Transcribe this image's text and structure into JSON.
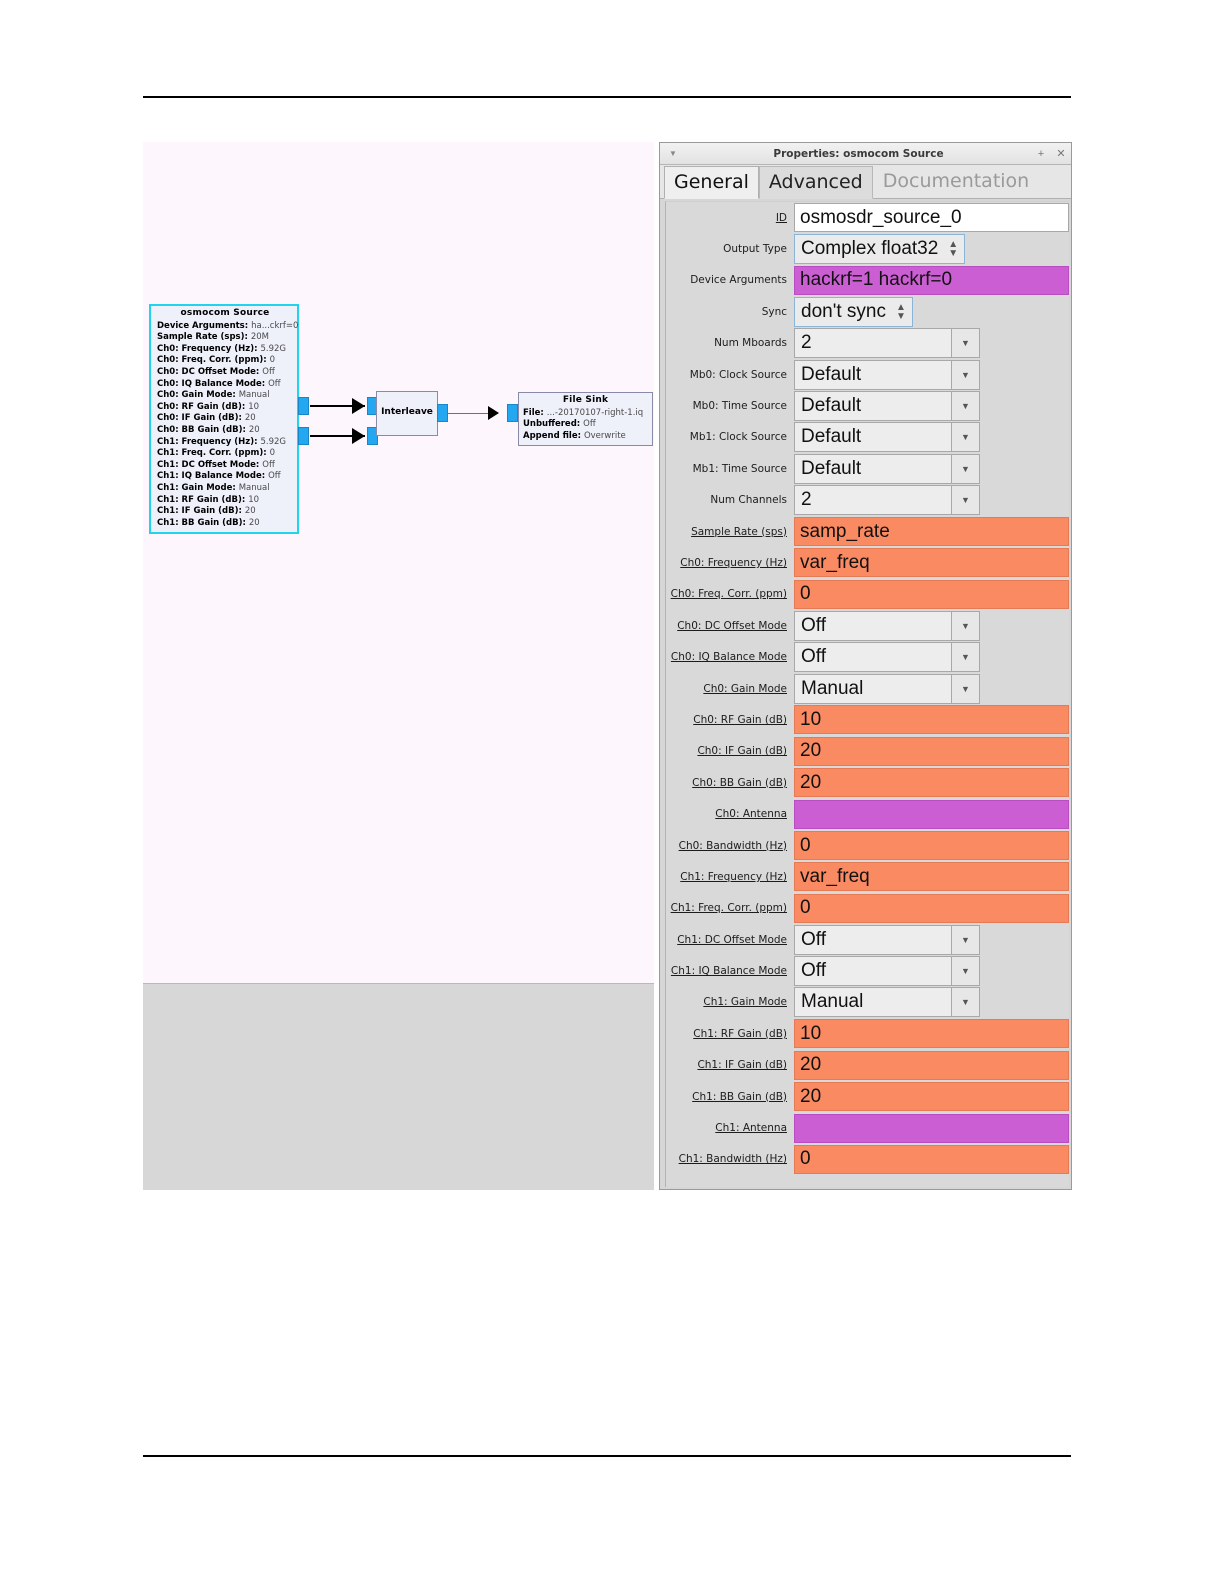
{
  "window": {
    "title": "Properties: osmocom Source",
    "menu_icon": "chevron-down-icon",
    "maximize_label": "+",
    "close_label": "✕"
  },
  "tabs": [
    {
      "label": "General",
      "state": "active"
    },
    {
      "label": "Advanced",
      "state": "inactive"
    },
    {
      "label": "Documentation",
      "state": "disabled"
    }
  ],
  "flowgraph": {
    "osmocom_source": {
      "title": "osmocom Source",
      "rows": [
        {
          "key": "Device Arguments:",
          "value": "ha...ckrf=0"
        },
        {
          "key": "Sample Rate (sps):",
          "value": "20M"
        },
        {
          "key": "Ch0: Frequency (Hz):",
          "value": "5.92G"
        },
        {
          "key": "Ch0: Freq. Corr. (ppm):",
          "value": "0"
        },
        {
          "key": "Ch0: DC Offset Mode:",
          "value": "Off"
        },
        {
          "key": "Ch0: IQ Balance Mode:",
          "value": "Off"
        },
        {
          "key": "Ch0: Gain Mode:",
          "value": "Manual"
        },
        {
          "key": "Ch0: RF Gain (dB):",
          "value": "10"
        },
        {
          "key": "Ch0: IF Gain (dB):",
          "value": "20"
        },
        {
          "key": "Ch0: BB Gain (dB):",
          "value": "20"
        },
        {
          "key": "Ch1: Frequency (Hz):",
          "value": "5.92G"
        },
        {
          "key": "Ch1: Freq. Corr. (ppm):",
          "value": "0"
        },
        {
          "key": "Ch1: DC Offset Mode:",
          "value": "Off"
        },
        {
          "key": "Ch1: IQ Balance Mode:",
          "value": "Off"
        },
        {
          "key": "Ch1: Gain Mode:",
          "value": "Manual"
        },
        {
          "key": "Ch1: RF Gain (dB):",
          "value": "10"
        },
        {
          "key": "Ch1: IF Gain (dB):",
          "value": "20"
        },
        {
          "key": "Ch1: BB Gain (dB):",
          "value": "20"
        }
      ]
    },
    "interleave": {
      "title": "Interleave"
    },
    "file_sink": {
      "title": "File Sink",
      "rows": [
        {
          "key": "File:",
          "value": "...-20170107-right-1.iq"
        },
        {
          "key": "Unbuffered:",
          "value": "Off"
        },
        {
          "key": "Append file:",
          "value": "Overwrite"
        }
      ]
    }
  },
  "form": {
    "fields": [
      {
        "label": "ID",
        "kind": "input",
        "value": "osmosdr_source_0",
        "fill": "white"
      },
      {
        "label": "Output Type",
        "kind": "spin",
        "value": "Complex float32",
        "fill": "plain"
      },
      {
        "label": "Device Arguments",
        "kind": "input",
        "value": "hackrf=1 hackrf=0",
        "fill": "purple"
      },
      {
        "label": "Sync",
        "kind": "spin",
        "value": "don't sync",
        "fill": "plain"
      },
      {
        "label": "Num Mboards",
        "kind": "combo",
        "value": "2",
        "fill": "plain"
      },
      {
        "label": "Mb0: Clock Source",
        "kind": "combo",
        "value": "Default",
        "fill": "plain"
      },
      {
        "label": "Mb0: Time Source",
        "kind": "combo",
        "value": "Default",
        "fill": "plain"
      },
      {
        "label": "Mb1: Clock Source",
        "kind": "combo",
        "value": "Default",
        "fill": "plain"
      },
      {
        "label": "Mb1: Time Source",
        "kind": "combo",
        "value": "Default",
        "fill": "plain"
      },
      {
        "label": "Num Channels",
        "kind": "combo",
        "value": "2",
        "fill": "plain"
      },
      {
        "label": "Sample Rate (sps)",
        "kind": "input",
        "value": "samp_rate",
        "fill": "orange",
        "underline": true
      },
      {
        "label": "Ch0: Frequency (Hz)",
        "kind": "input",
        "value": "var_freq",
        "fill": "orange",
        "underline": true
      },
      {
        "label": "Ch0: Freq. Corr. (ppm)",
        "kind": "input",
        "value": "0",
        "fill": "orange",
        "underline": true
      },
      {
        "label": "Ch0: DC Offset Mode",
        "kind": "combo",
        "value": "Off",
        "fill": "plain",
        "underline": true
      },
      {
        "label": "Ch0: IQ Balance Mode",
        "kind": "combo",
        "value": "Off",
        "fill": "plain",
        "underline": true
      },
      {
        "label": "Ch0: Gain Mode",
        "kind": "combo",
        "value": "Manual",
        "fill": "plain",
        "underline": true
      },
      {
        "label": "Ch0: RF Gain (dB)",
        "kind": "input",
        "value": "10",
        "fill": "orange",
        "underline": true
      },
      {
        "label": "Ch0: IF Gain (dB)",
        "kind": "input",
        "value": "20",
        "fill": "orange",
        "underline": true
      },
      {
        "label": "Ch0: BB Gain (dB)",
        "kind": "input",
        "value": "20",
        "fill": "orange",
        "underline": true
      },
      {
        "label": "Ch0: Antenna",
        "kind": "input",
        "value": "",
        "fill": "purple",
        "underline": true
      },
      {
        "label": "Ch0: Bandwidth (Hz)",
        "kind": "input",
        "value": "0",
        "fill": "orange",
        "underline": true
      },
      {
        "label": "Ch1: Frequency (Hz)",
        "kind": "input",
        "value": "var_freq",
        "fill": "orange",
        "underline": true
      },
      {
        "label": "Ch1: Freq. Corr. (ppm)",
        "kind": "input",
        "value": "0",
        "fill": "orange",
        "underline": true
      },
      {
        "label": "Ch1: DC Offset Mode",
        "kind": "combo",
        "value": "Off",
        "fill": "plain",
        "underline": true
      },
      {
        "label": "Ch1: IQ Balance Mode",
        "kind": "combo",
        "value": "Off",
        "fill": "plain",
        "underline": true
      },
      {
        "label": "Ch1: Gain Mode",
        "kind": "combo",
        "value": "Manual",
        "fill": "plain",
        "underline": true
      },
      {
        "label": "Ch1: RF Gain (dB)",
        "kind": "input",
        "value": "10",
        "fill": "orange",
        "underline": true
      },
      {
        "label": "Ch1: IF Gain (dB)",
        "kind": "input",
        "value": "20",
        "fill": "orange",
        "underline": true
      },
      {
        "label": "Ch1: BB Gain (dB)",
        "kind": "input",
        "value": "20",
        "fill": "orange",
        "underline": true
      },
      {
        "label": "Ch1: Antenna",
        "kind": "input",
        "value": "",
        "fill": "purple",
        "underline": true
      },
      {
        "label": "Ch1: Bandwidth (Hz)",
        "kind": "input",
        "value": "0",
        "fill": "orange",
        "underline": true
      }
    ]
  },
  "colors": {
    "orange_field": "#fa8a62",
    "purple_field": "#cc5ed4",
    "block_fill": "#eef0fa",
    "selection_border": "#22d3ee",
    "port": "#22a7f0",
    "canvas_top": "#fdf6fd",
    "canvas_bottom": "#d7d7d7"
  }
}
